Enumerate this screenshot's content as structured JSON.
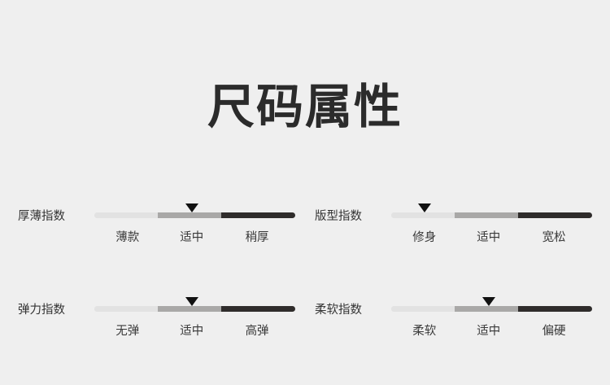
{
  "page": {
    "title": "尺码属性",
    "background_color": "#efefef",
    "text_color": "#333333"
  },
  "slider_style": {
    "segment_colors": [
      "#e2e2e2",
      "#a9a8a7",
      "#2f2c2b"
    ],
    "marker_color": "#111111",
    "marker_icon": "triangle-down-icon"
  },
  "attributes": [
    {
      "name": "厚薄指数",
      "ticks": [
        "薄款",
        "适中",
        "稍厚"
      ],
      "selected_index": 1,
      "selected_label": "适中"
    },
    {
      "name": "版型指数",
      "ticks": [
        "修身",
        "适中",
        "宽松"
      ],
      "selected_index": 0,
      "selected_label": "修身"
    },
    {
      "name": "弹力指数",
      "ticks": [
        "无弹",
        "适中",
        "高弹"
      ],
      "selected_index": 1,
      "selected_label": "适中"
    },
    {
      "name": "柔软指数",
      "ticks": [
        "柔软",
        "适中",
        "偏硬"
      ],
      "selected_index": 1,
      "selected_label": "适中"
    }
  ]
}
